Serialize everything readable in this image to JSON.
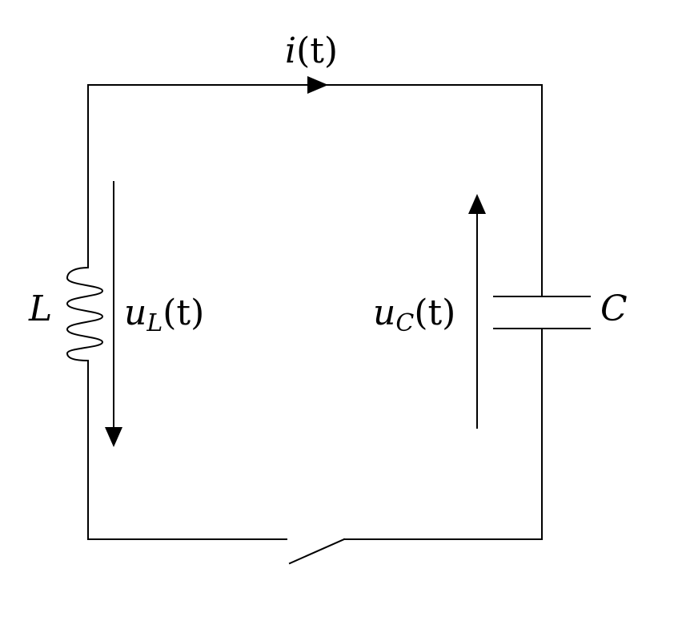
{
  "diagram": {
    "current_label": "i",
    "current_arg": "(t)",
    "inductor_label": "L",
    "inductor_voltage_main": "u",
    "inductor_voltage_sub": "L",
    "inductor_voltage_arg": "(t)",
    "capacitor_label": "C",
    "capacitor_voltage_main": "u",
    "capacitor_voltage_sub": "C",
    "capacitor_voltage_arg": "(t)"
  }
}
